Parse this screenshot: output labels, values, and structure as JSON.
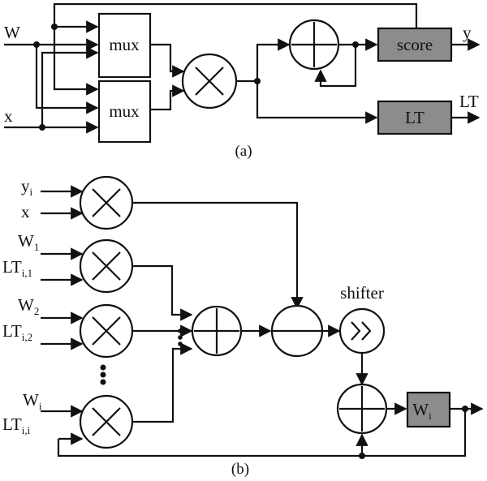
{
  "part_a": {
    "inputs": {
      "w": "W",
      "x": "x"
    },
    "blocks": {
      "mux_top": "mux",
      "mux_bottom": "mux",
      "score": "score",
      "lt": "LT"
    },
    "outputs": {
      "y": "y",
      "lt": "LT"
    },
    "caption": "(a)"
  },
  "part_b": {
    "inputs": {
      "yi": {
        "base": "y",
        "sub": "i"
      },
      "x": "x",
      "w1": {
        "base": "W",
        "sub": "1"
      },
      "lt_i1": {
        "base": "LT",
        "sub": "i,1"
      },
      "w2": {
        "base": "W",
        "sub": "2"
      },
      "lt_i2": {
        "base": "LT",
        "sub": "i,2"
      },
      "wi": {
        "base": "W",
        "sub": "i"
      },
      "lt_ii": {
        "base": "LT",
        "sub": "i,i"
      }
    },
    "shifter_label": "shifter",
    "register": {
      "base": "W",
      "sub": "i"
    },
    "caption": "(b)"
  },
  "colors": {
    "ink": "#111111",
    "register_fill": "#8c8c8c",
    "background": "#ffffff"
  }
}
